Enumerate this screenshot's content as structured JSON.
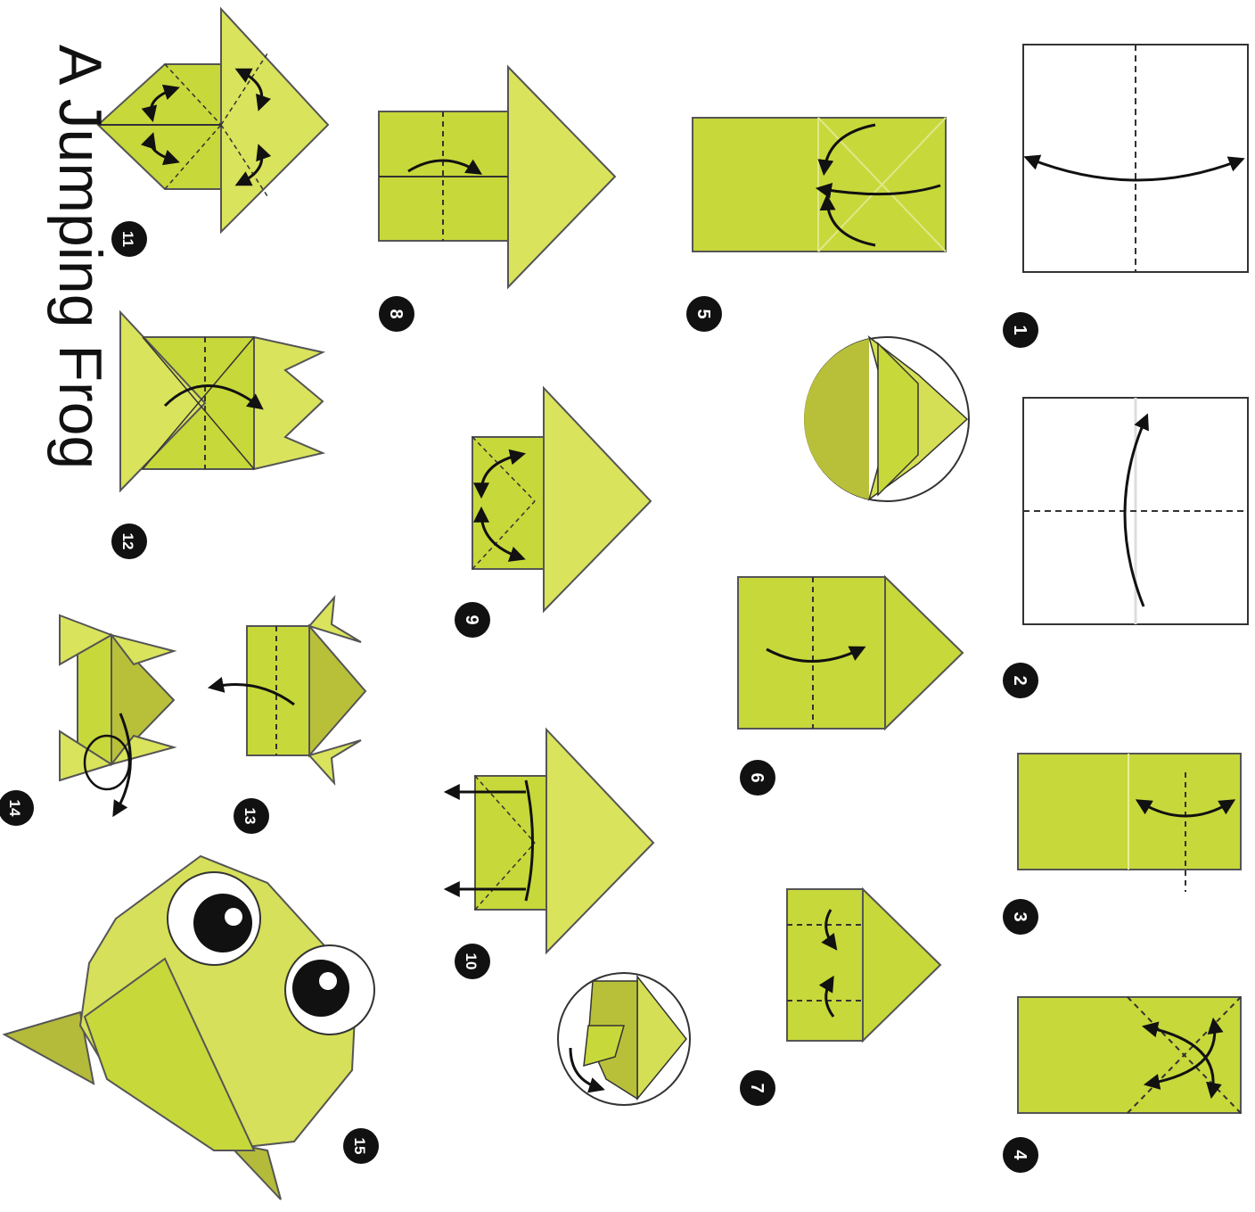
{
  "title": "A Jumping Frog",
  "colors": {
    "paper": "#c7d83a",
    "paper_light": "#dbe35c",
    "paper_dark": "#b4ba3a",
    "outline": "#2a2a1a",
    "white": "#ffffff"
  },
  "steps": [
    {
      "number": "1"
    },
    {
      "number": "2"
    },
    {
      "number": "3"
    },
    {
      "number": "4"
    },
    {
      "number": "5"
    },
    {
      "number": "6"
    },
    {
      "number": "7"
    },
    {
      "number": "8"
    },
    {
      "number": "9"
    },
    {
      "number": "10"
    },
    {
      "number": "11"
    },
    {
      "number": "12"
    },
    {
      "number": "13"
    },
    {
      "number": "14"
    },
    {
      "number": "15"
    }
  ]
}
